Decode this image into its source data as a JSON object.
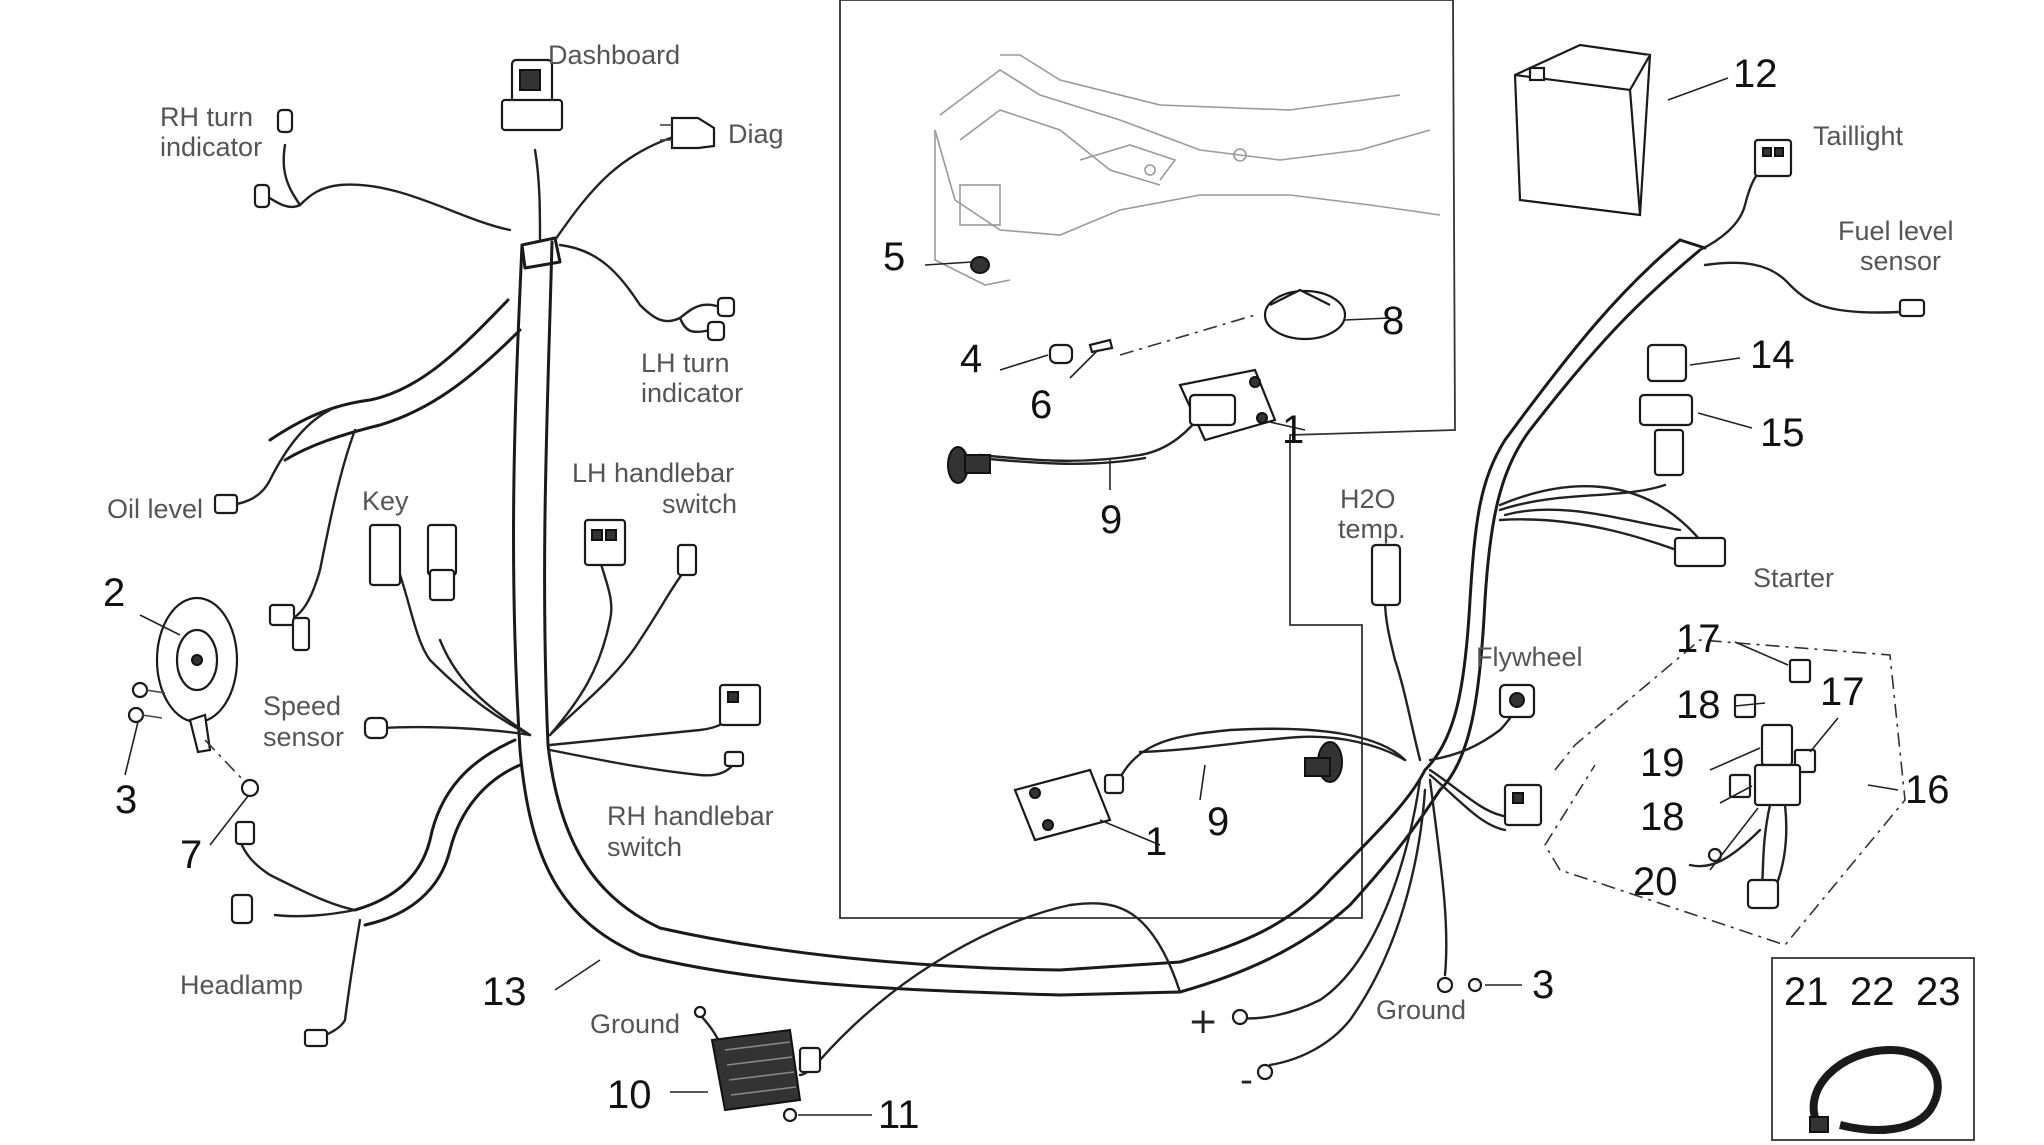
{
  "labels": {
    "dashboard": "Dashboard",
    "diag": "Diag",
    "rh_turn_1": "RH turn",
    "rh_turn_2": "indicator",
    "lh_turn_1": "LH turn",
    "lh_turn_2": "indicator",
    "oil_level": "Oil level",
    "key": "Key",
    "lh_handlebar_1": "LH handlebar",
    "lh_handlebar_2": "switch",
    "speed_1": "Speed",
    "speed_2": "sensor",
    "rh_handlebar_1": "RH handlebar",
    "rh_handlebar_2": "switch",
    "headlamp": "Headlamp",
    "ground_left": "Ground",
    "ground_right": "Ground",
    "taillight": "Taillight",
    "fuel_1": "Fuel level",
    "fuel_2": "sensor",
    "h2o_1": "H2O",
    "h2o_2": "temp.",
    "starter": "Starter",
    "flywheel": "Flywheel",
    "plus": "+",
    "minus": "-"
  },
  "numbers": {
    "n1a": "1",
    "n1b": "1",
    "n2": "2",
    "n3a": "3",
    "n3b": "3",
    "n4": "4",
    "n5": "5",
    "n6": "6",
    "n7": "7",
    "n8": "8",
    "n9a": "9",
    "n9b": "9",
    "n10": "10",
    "n11": "11",
    "n12": "12",
    "n13": "13",
    "n14": "14",
    "n15": "15",
    "n16": "16",
    "n17a": "17",
    "n17b": "17",
    "n18a": "18",
    "n18b": "18",
    "n19": "19",
    "n20": "20",
    "n21": "21",
    "n22": "22",
    "n23": "23"
  }
}
